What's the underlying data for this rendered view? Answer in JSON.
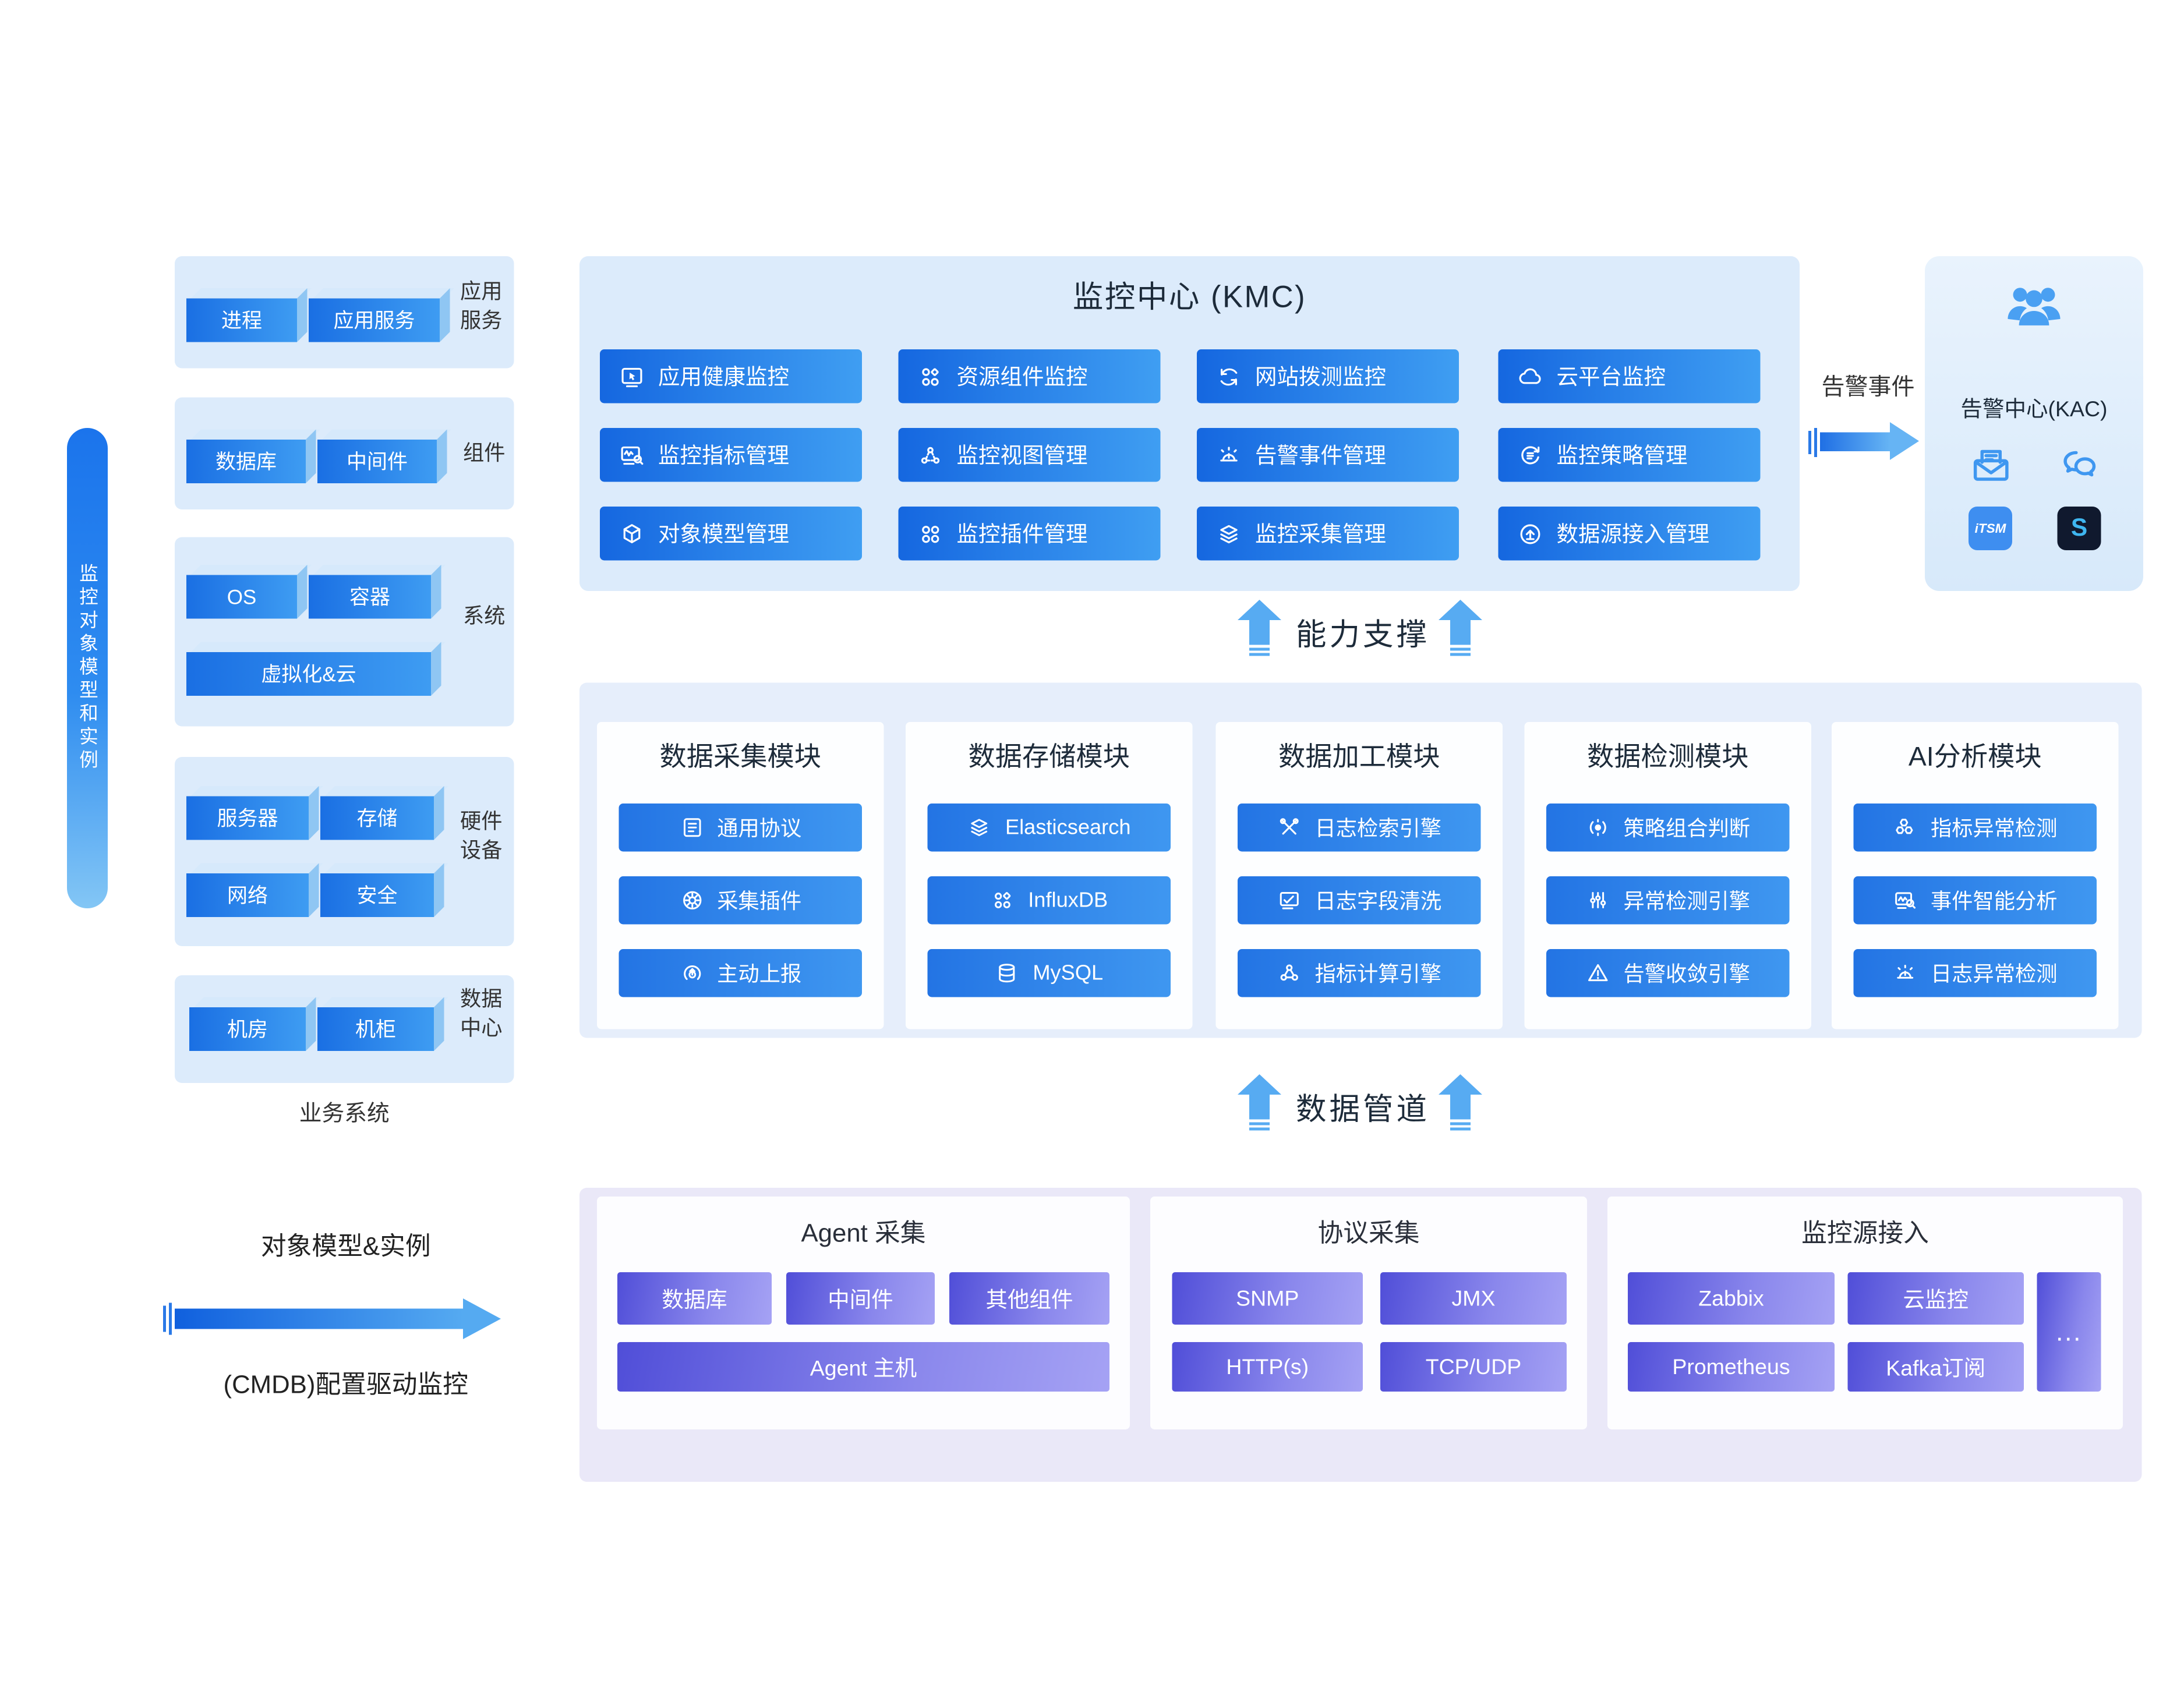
{
  "colors": {
    "accent_blue": "#1f6fe4",
    "panel_light_blue": "#dcebfb",
    "module_band": "#e6eefb",
    "bottom_band": "#eae8f8",
    "button_blue_start": "#1567e0",
    "button_blue_end": "#3f9ef2",
    "purple_start": "#504ed8",
    "purple_end": "#a5a2f4",
    "arrow_blue": "#57abf2",
    "kac_dark_badge": "#10192e",
    "text_dark": "#1d2b3a"
  },
  "left": {
    "ribbon": "监控对象模型和实例",
    "groups": [
      {
        "label": "应用服务",
        "boxes": [
          "进程",
          "应用服务"
        ]
      },
      {
        "label": "组件",
        "boxes": [
          "数据库",
          "中间件"
        ]
      },
      {
        "label": "系统",
        "boxes": [
          "OS",
          "容器",
          "虚拟化&云"
        ]
      },
      {
        "label": "硬件设备",
        "boxes": [
          "服务器",
          "存储",
          "网络",
          "安全"
        ]
      },
      {
        "label": "数据中心",
        "boxes": [
          "机房",
          "机柜"
        ]
      }
    ],
    "footer": "业务系统",
    "model_label": "对象模型&实例",
    "cmdb_label": "(CMDB)配置驱动监控"
  },
  "kmc": {
    "title": "监控中心 (KMC)",
    "buttons": [
      {
        "icon": "monitor",
        "label": "应用健康监控"
      },
      {
        "icon": "shapes",
        "label": "资源组件监控"
      },
      {
        "icon": "refresh",
        "label": "网站拨测监控"
      },
      {
        "icon": "cloud",
        "label": "云平台监控"
      },
      {
        "icon": "wave-search",
        "label": "监控指标管理"
      },
      {
        "icon": "nodes",
        "label": "监控视图管理"
      },
      {
        "icon": "siren",
        "label": "告警事件管理"
      },
      {
        "icon": "policy",
        "label": "监控策略管理"
      },
      {
        "icon": "cube",
        "label": "对象模型管理"
      },
      {
        "icon": "four-circles",
        "label": "监控插件管理"
      },
      {
        "icon": "layers",
        "label": "监控采集管理"
      },
      {
        "icon": "upload",
        "label": "数据源接入管理"
      }
    ]
  },
  "alert_flow": {
    "label": "告警事件"
  },
  "kac": {
    "title": "告警中心(KAC)",
    "icons": [
      "users",
      "mail",
      "wechat",
      "itsm",
      "s-logo"
    ],
    "itsm_text": "iTSM",
    "s_text": "S"
  },
  "support": {
    "label": "能力支撑"
  },
  "pipeline": {
    "label": "数据管道"
  },
  "modules": [
    {
      "title": "数据采集模块",
      "items": [
        {
          "icon": "menu-doc",
          "label": "通用协议"
        },
        {
          "icon": "gear",
          "label": "采集插件"
        },
        {
          "icon": "rings",
          "label": "主动上报"
        }
      ]
    },
    {
      "title": "数据存储模块",
      "items": [
        {
          "icon": "layers",
          "label": "Elasticsearch"
        },
        {
          "icon": "four-shapes",
          "label": "InfluxDB"
        },
        {
          "icon": "database",
          "label": "MySQL"
        }
      ]
    },
    {
      "title": "数据加工模块",
      "items": [
        {
          "icon": "tools",
          "label": "日志检索引擎"
        },
        {
          "icon": "chart-check",
          "label": "日志字段清洗"
        },
        {
          "icon": "share",
          "label": "指标计算引擎"
        }
      ]
    },
    {
      "title": "数据检测模块",
      "items": [
        {
          "icon": "eye",
          "label": "策略组合判断"
        },
        {
          "icon": "sliders",
          "label": "异常检测引擎"
        },
        {
          "icon": "warning",
          "label": "告警收敛引擎"
        }
      ]
    },
    {
      "title": "AI分析模块",
      "items": [
        {
          "icon": "hexagons",
          "label": "指标异常检测"
        },
        {
          "icon": "chart-zoom",
          "label": "事件智能分析"
        },
        {
          "icon": "siren",
          "label": "日志异常检测"
        }
      ]
    }
  ],
  "collect": {
    "agent": {
      "title": "Agent 采集",
      "row1": [
        "数据库",
        "中间件",
        "其他组件"
      ],
      "row2": "Agent 主机"
    },
    "protocol": {
      "title": "协议采集",
      "row1": [
        "SNMP",
        "JMX"
      ],
      "row2": [
        "HTTP(s)",
        "TCP/UDP"
      ]
    },
    "source": {
      "title": "监控源接入",
      "row1": [
        "Zabbix",
        "云监控"
      ],
      "row2": [
        "Prometheus",
        "Kafka订阅"
      ],
      "more": "..."
    }
  }
}
